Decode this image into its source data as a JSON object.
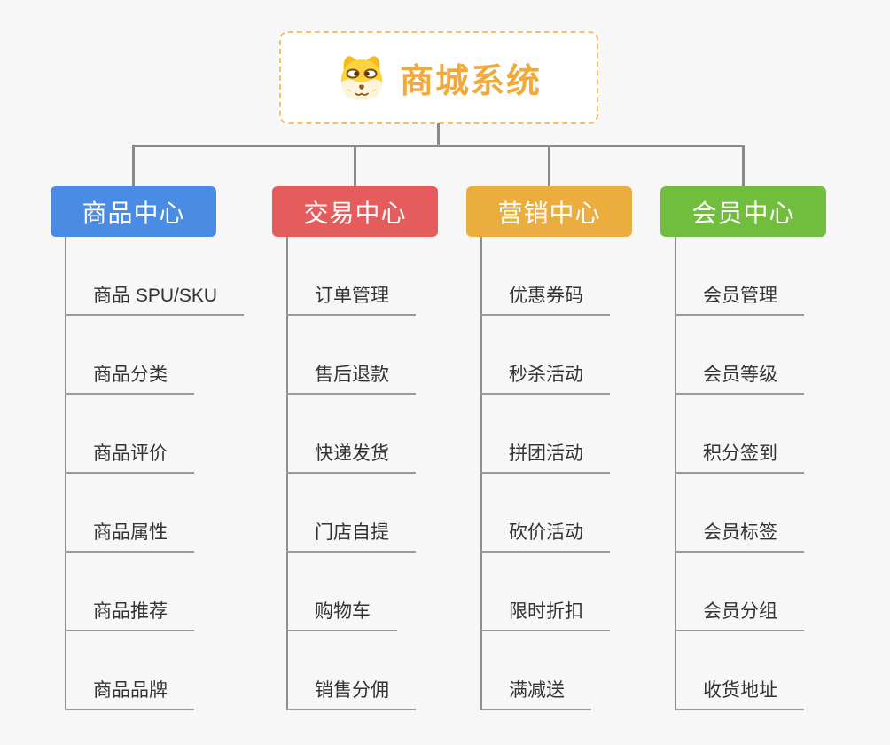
{
  "page": {
    "background": "#F7F7F7"
  },
  "root": {
    "title": "商城系统",
    "icon": "doge-icon",
    "title_color": "#F2A93B",
    "border_color": "#F3C06A"
  },
  "connectors": {
    "color": "#8A8A8A",
    "trunk_color": "#8F8F8F",
    "leaf_line_color": "#9A9A9A"
  },
  "branches": [
    {
      "label": "商品中心",
      "color": "#4A8BE4",
      "children": [
        "商品 SPU/SKU",
        "商品分类",
        "商品评价",
        "商品属性",
        "商品推荐",
        "商品品牌"
      ]
    },
    {
      "label": "交易中心",
      "color": "#E45C5C",
      "children": [
        "订单管理",
        "售后退款",
        "快递发货",
        "门店自提",
        "购物车",
        "销售分佣"
      ]
    },
    {
      "label": "营销中心",
      "color": "#EBAE3E",
      "children": [
        "优惠券码",
        "秒杀活动",
        "拼团活动",
        "砍价活动",
        "限时折扣",
        "满减送"
      ]
    },
    {
      "label": "会员中心",
      "color": "#71BE3F",
      "children": [
        "会员管理",
        "会员等级",
        "积分签到",
        "会员标签",
        "会员分组",
        "收货地址"
      ]
    }
  ]
}
